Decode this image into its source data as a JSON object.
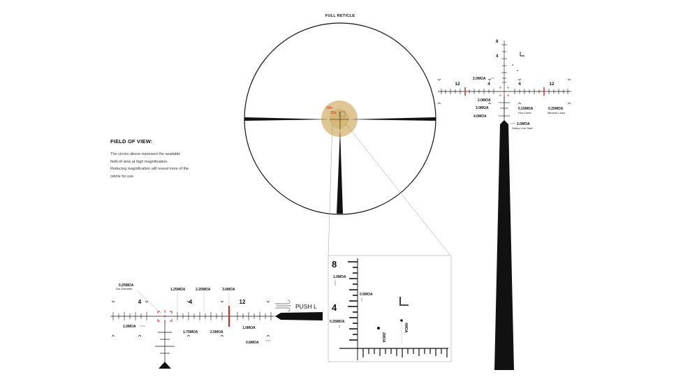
{
  "title": "FULL RETICLE",
  "field_of_view": {
    "heading": "FIELD OF VIEW:",
    "lines": [
      "The circles above represent the available",
      "field-of-view at high magnification.",
      "Reducing magnification will reveal more of the",
      "reticle for use."
    ]
  },
  "magnification_labels": [
    "18x",
    "25x"
  ],
  "colors": {
    "accent_red": "#d8231c",
    "fov_gold": "#c9a04a",
    "ink": "#111111",
    "zoom_box_border": "#bbbbbb"
  },
  "icons": [
    "wind-icon"
  ],
  "right_reticle": {
    "vertical_numbers": [
      "8",
      "4"
    ],
    "horizontal_numbers": [
      "12",
      "4",
      "4",
      "12"
    ],
    "labels": {
      "top_spacing": "2.0MOA",
      "below_1": "2.0MOA",
      "below_2": "3.0MOA",
      "below_3": "4.0MOA",
      "fine_value": "0.15MOA",
      "fine_caption": "Fine Lines",
      "medium_value": "0.25MOA",
      "medium_caption": "Medium Lines",
      "heavy_value": "2.0MOA",
      "heavy_caption": "Heavy Line Start"
    }
  },
  "bottom_reticle": {
    "numbers": [
      "4",
      "4",
      "12"
    ],
    "labels": {
      "dot_value": "0.25MOA",
      "dot_caption": "Dot Diameter",
      "l125": "1.25MOA",
      "l225": "2.25MOA",
      "l3": "3.0MOA",
      "l1a": "1.0MOA",
      "l175": "1.75MOA",
      "l25": "2.5MOA",
      "l1b": "1.0MOA",
      "l06": "0.6MOA"
    },
    "push_label": "PUSH L"
  },
  "zoom_detail": {
    "numbers": [
      "8",
      "4"
    ],
    "labels": {
      "l1": "1.0MOA",
      "l05": "0.5MOA",
      "l025": "0.25MOA",
      "dot_2": "2MOA",
      "dot_4": "4MOA"
    }
  }
}
